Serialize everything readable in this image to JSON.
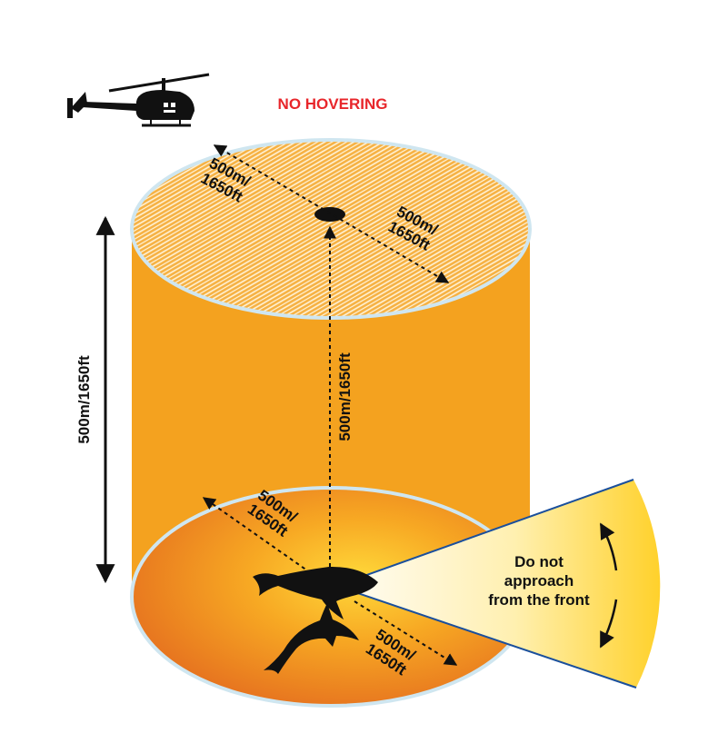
{
  "labels": {
    "no_hovering": "NO HOVERING",
    "top_radius_left_line1": "500m/",
    "top_radius_left_line2": "1650ft",
    "top_radius_right_line1": "500m/",
    "top_radius_right_line2": "1650ft",
    "height_outer": "500m/1650ft",
    "height_inner": "500m/1650ft",
    "base_radius_upper_line1": "500m/",
    "base_radius_upper_line2": "1650ft",
    "base_radius_lower_line1": "500m/",
    "base_radius_lower_line2": "1650ft",
    "front_line1": "Do not",
    "front_line2": "approach",
    "front_line3": "from the front"
  },
  "icons": {
    "helicopter": "helicopter-icon",
    "whale": "whale-icon",
    "dolphin": "dolphin-icon"
  },
  "colors": {
    "cylinder_body": "#f4a21f",
    "top_face": "#f7bd5a",
    "base_outer": "#e57a1f",
    "base_inner": "#ffd23a",
    "rim": "#cfe6f0",
    "warning_red": "#e8262b",
    "sector_edge": "#1a4f9c",
    "sector_fill": "#ffd23a"
  }
}
